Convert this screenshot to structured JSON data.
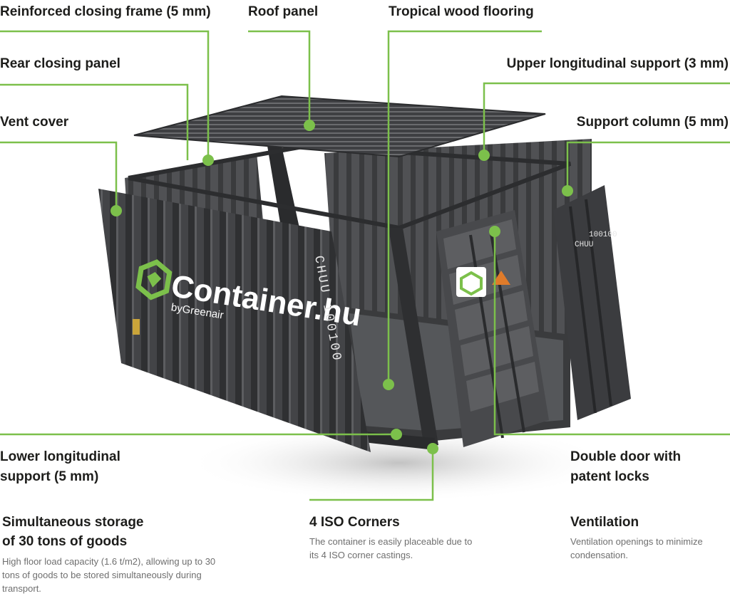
{
  "callouts": {
    "reinforced_frame": "Reinforced closing frame (5 mm)",
    "roof_panel": "Roof panel",
    "tropical_wood": "Tropical wood flooring",
    "rear_panel": "Rear closing panel",
    "upper_support": "Upper longitudinal support (3 mm)",
    "vent_cover": "Vent cover",
    "support_column": "Support column (5 mm)",
    "lower_support_l1": "Lower longitudinal",
    "lower_support_l2": "support (5 mm)",
    "double_door_l1": "Double door with",
    "double_door_l2": "patent locks"
  },
  "features": {
    "storage": {
      "title_l1": "Simultaneous storage",
      "title_l2": "of 30 tons of goods",
      "text_l1": "High floor load capacity (1.6 t/m2), allowing up to 30",
      "text_l2": "tons of goods to be stored simultaneously during",
      "text_l3": "transport."
    },
    "iso": {
      "title": "4 ISO Corners",
      "text_l1": "The container is easily placeable due to",
      "text_l2": "its 4 ISO corner castings."
    },
    "ventilation": {
      "title": "Ventilation",
      "text_l1": "Ventilation openings to minimize",
      "text_l2": "condensation."
    }
  },
  "container_markings": {
    "logo_main": "Container.hu",
    "logo_sub": "byGreenair",
    "side_code": "CHUU 100100",
    "door_code_l1": "CHUU",
    "door_code_l2": "100100"
  },
  "colors": {
    "accent_green": "#7cc04b",
    "container_dark": "#3c3d3f",
    "container_mid": "#4b4c4f",
    "text_dark": "#1d1d1b",
    "text_gray": "#6f6f6f"
  }
}
